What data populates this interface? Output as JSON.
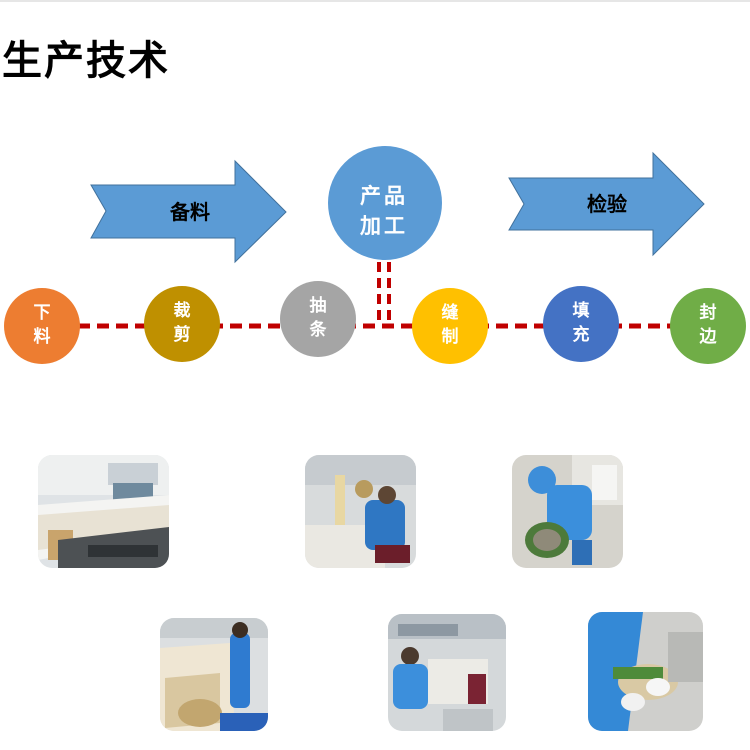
{
  "page_title": "生产技术",
  "flow": {
    "arrow_left_label": "备料",
    "hub_label": "产品\n加工",
    "arrow_right_label": "检验",
    "steps": [
      {
        "label": "下\n料",
        "color": "#ed7d31"
      },
      {
        "label": "裁\n剪",
        "color": "#bf9000"
      },
      {
        "label": "抽\n条",
        "color": "#a5a5a5"
      },
      {
        "label": "缝\n制",
        "color": "#ffc000"
      },
      {
        "label": "填\n充",
        "color": "#4472c4"
      },
      {
        "label": "封\n边",
        "color": "#70ad47"
      }
    ],
    "connector_color": "#c00000",
    "arrow_color": "#5b9bd5",
    "hub_color": "#5b9bd5"
  },
  "photos": [
    {
      "name": "photo-cutting-machine"
    },
    {
      "name": "photo-sewing-station"
    },
    {
      "name": "photo-filling-worker"
    },
    {
      "name": "photo-material-roll"
    },
    {
      "name": "photo-workshop-sewing"
    },
    {
      "name": "photo-sealing-hands"
    }
  ]
}
